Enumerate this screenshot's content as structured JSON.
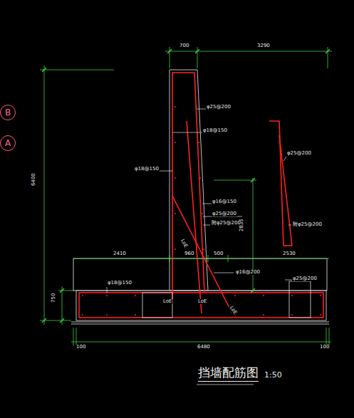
{
  "diagram": {
    "title": "挡墙配筋图",
    "nodes": [
      {
        "text": [
          "B"
        ]
      },
      {
        "text": [
          "A"
        ]
      }
    ],
    "labels": [
      "700",
      "3290",
      "6400",
      "φ25@200",
      "φ18@150",
      "φ18@150",
      "φ16@150",
      "φ25@200",
      "附φ25@200",
      "2835",
      "2410",
      "960",
      "500",
      "2530",
      "φ18@150",
      "φ16@200",
      "φ25@200",
      "750",
      "LoE",
      "LoE",
      "LoE",
      "LoE",
      "100",
      "6480",
      "100",
      "φ25@200",
      "附φ25@200",
      "1:50"
    ]
  }
}
